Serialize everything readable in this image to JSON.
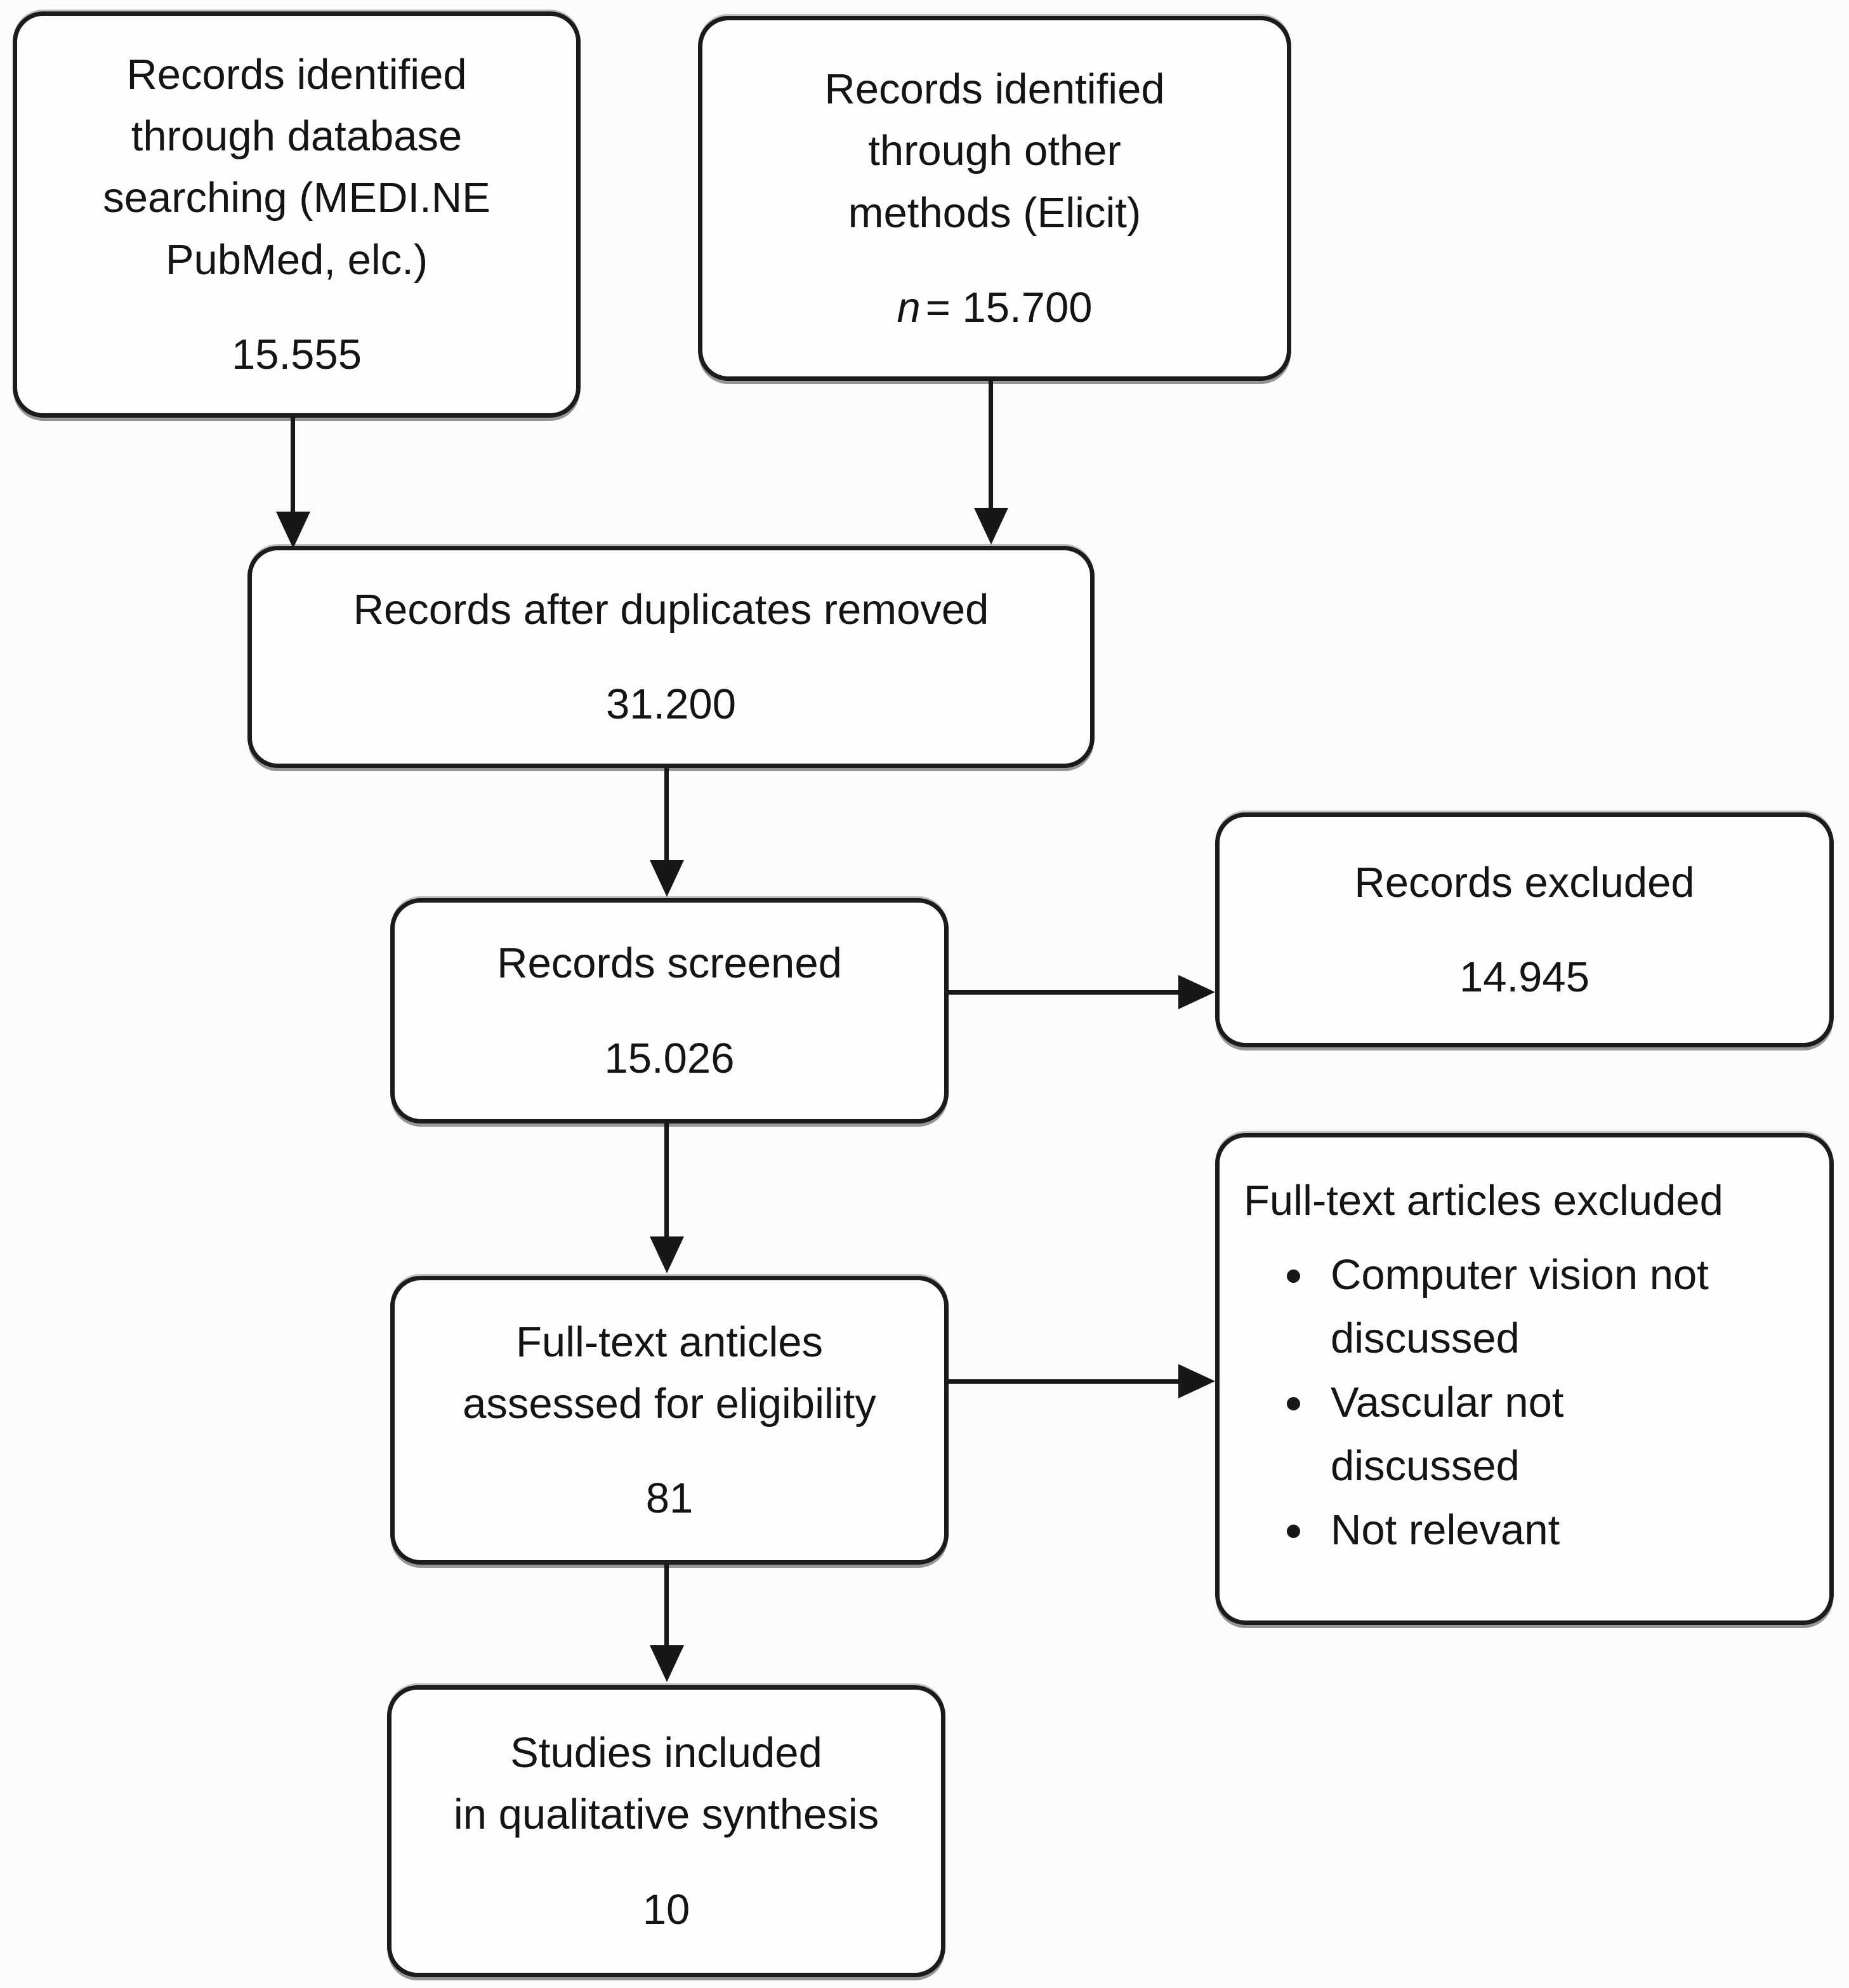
{
  "figure": {
    "type": "prisma-flow-diagram",
    "background_color": "#fbfbfa",
    "line_color": "#171717",
    "text_color": "#141414"
  },
  "boxes": [
    {
      "id": "records-identified-database",
      "lines": [
        "Records identified",
        "through database",
        "searching (MEDI.NE",
        "PubMed, elc.)"
      ],
      "count": "15.555"
    },
    {
      "id": "records-identified-other",
      "lines": [
        "Records identified",
        "through other",
        "methods (Elicit)"
      ],
      "stat_var": "n",
      "stat_rest": "= 15.700"
    },
    {
      "id": "records-after-duplicates-removed",
      "lines": [
        "Records after duplicates removed"
      ],
      "count": "31.200"
    },
    {
      "id": "records-screened",
      "lines": [
        "Records screened"
      ],
      "count": "15.026"
    },
    {
      "id": "records-excluded",
      "lines": [
        "Records excluded"
      ],
      "count": "14.945"
    },
    {
      "id": "fulltext-assessed",
      "lines": [
        "Full-text anticles",
        "assessed for eligibility"
      ],
      "count": "81"
    },
    {
      "id": "fulltext-excluded",
      "title": "Full-text articles excluded",
      "bullets": [
        "Computer vision not discussed",
        "Vascular not discussed",
        "Not relevant"
      ]
    },
    {
      "id": "studies-included",
      "lines": [
        "Studies included",
        "in qualitative synthesis"
      ],
      "count": "10"
    }
  ]
}
